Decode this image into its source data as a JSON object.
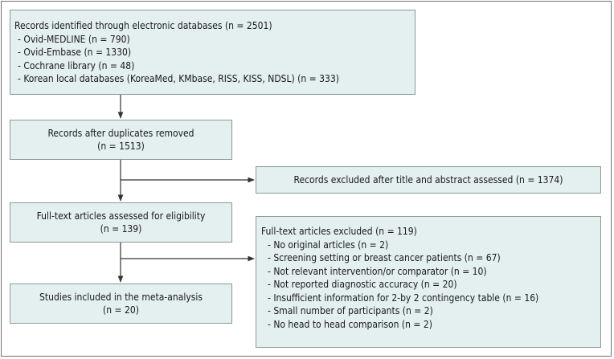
{
  "flow": {
    "identified": {
      "title": "Records identified through electronic databases (n = 2501)",
      "items": [
        "- Ovid-MEDLINE (n = 790)",
        "- Ovid-Embase (n = 1330)",
        "- Cochrane library (n = 48)",
        "- Korean local databases (KoreaMed, KMbase, RISS, KISS, NDSL) (n = 333)"
      ]
    },
    "deduplicated": {
      "line1": "Records after duplicates removed",
      "line2": "(n = 1513)"
    },
    "excluded_title_abstract": {
      "text": "Records excluded after title and abstract assessed (n = 1374)"
    },
    "fulltext_assessed": {
      "line1": "Full-text articles assessed for eligibility",
      "line2": "(n = 139)"
    },
    "fulltext_excluded": {
      "title": "Full-text articles excluded (n = 119)",
      "items": [
        "- No original articles (n = 2)",
        "- Screening setting or breast cancer patients (n = 67)",
        "- Not relevant intervention/or comparator (n = 10)",
        "- Not reported diagnostic accuracy (n = 20)",
        "- Insufficient information for 2-by 2 contingency table (n = 16)",
        "- Small number of participants (n = 2)",
        "- No head to head comparison (n = 2)"
      ]
    },
    "included": {
      "line1": "Studies included in the meta-analysis",
      "line2": "(n = 20)"
    }
  },
  "colors": {
    "box_fill": "#e4efef",
    "box_border": "#8a9a9a",
    "arrow": "#333333",
    "frame_border": "#6f6f6f"
  }
}
